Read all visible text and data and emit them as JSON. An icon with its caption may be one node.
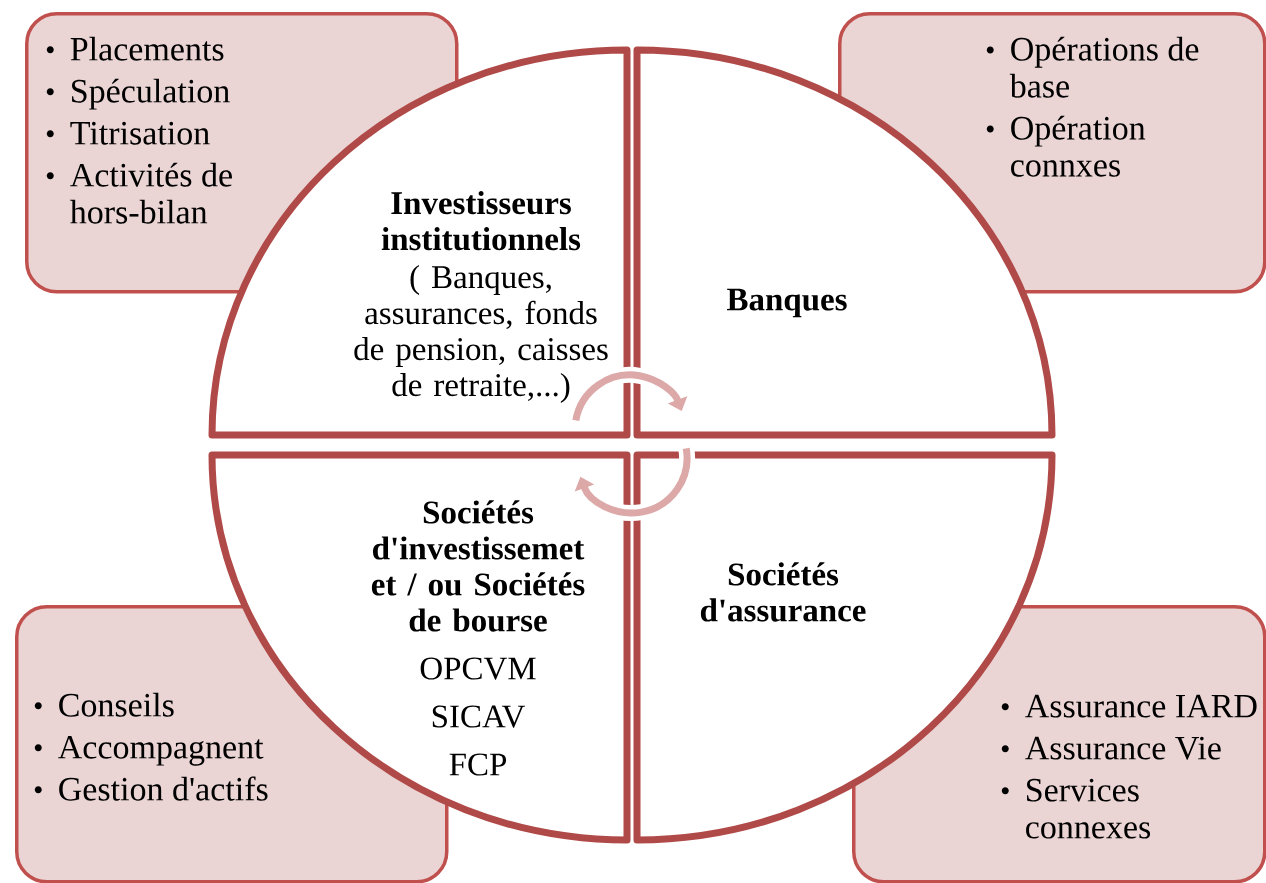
{
  "diagram": {
    "nodes": [
      {
        "text": [
          "Placements",
          "Spéculation",
          "Titrisation",
          "Activités de hors-bilan"
        ]
      },
      {
        "text": [
          "Opérations de base",
          "Opération connxes"
        ]
      },
      {
        "text": [
          "Investisseurs institutionnels",
          "( Banques, assurances, fonds de pension, caisses de retraite,...)"
        ]
      },
      {
        "text": [
          "Banques"
        ]
      },
      {
        "text": [
          "Sociétés d'investissemet et / ou Sociétés de bourse",
          "OPCVM",
          "SICAV",
          "FCP"
        ]
      },
      {
        "text": [
          "Sociétés d'assurance"
        ]
      },
      {
        "text": [
          "Conseils",
          "Accompagnent",
          "Gestion d'actifs"
        ]
      },
      {
        "text": [
          "Assurance IARD",
          "Assurance Vie",
          "Services connexes"
        ]
      }
    ],
    "edges": [
      {
        "from": 2,
        "to": 3,
        "arrow": "to"
      },
      {
        "from": 5,
        "to": 4,
        "arrow": "to"
      }
    ]
  }
}
